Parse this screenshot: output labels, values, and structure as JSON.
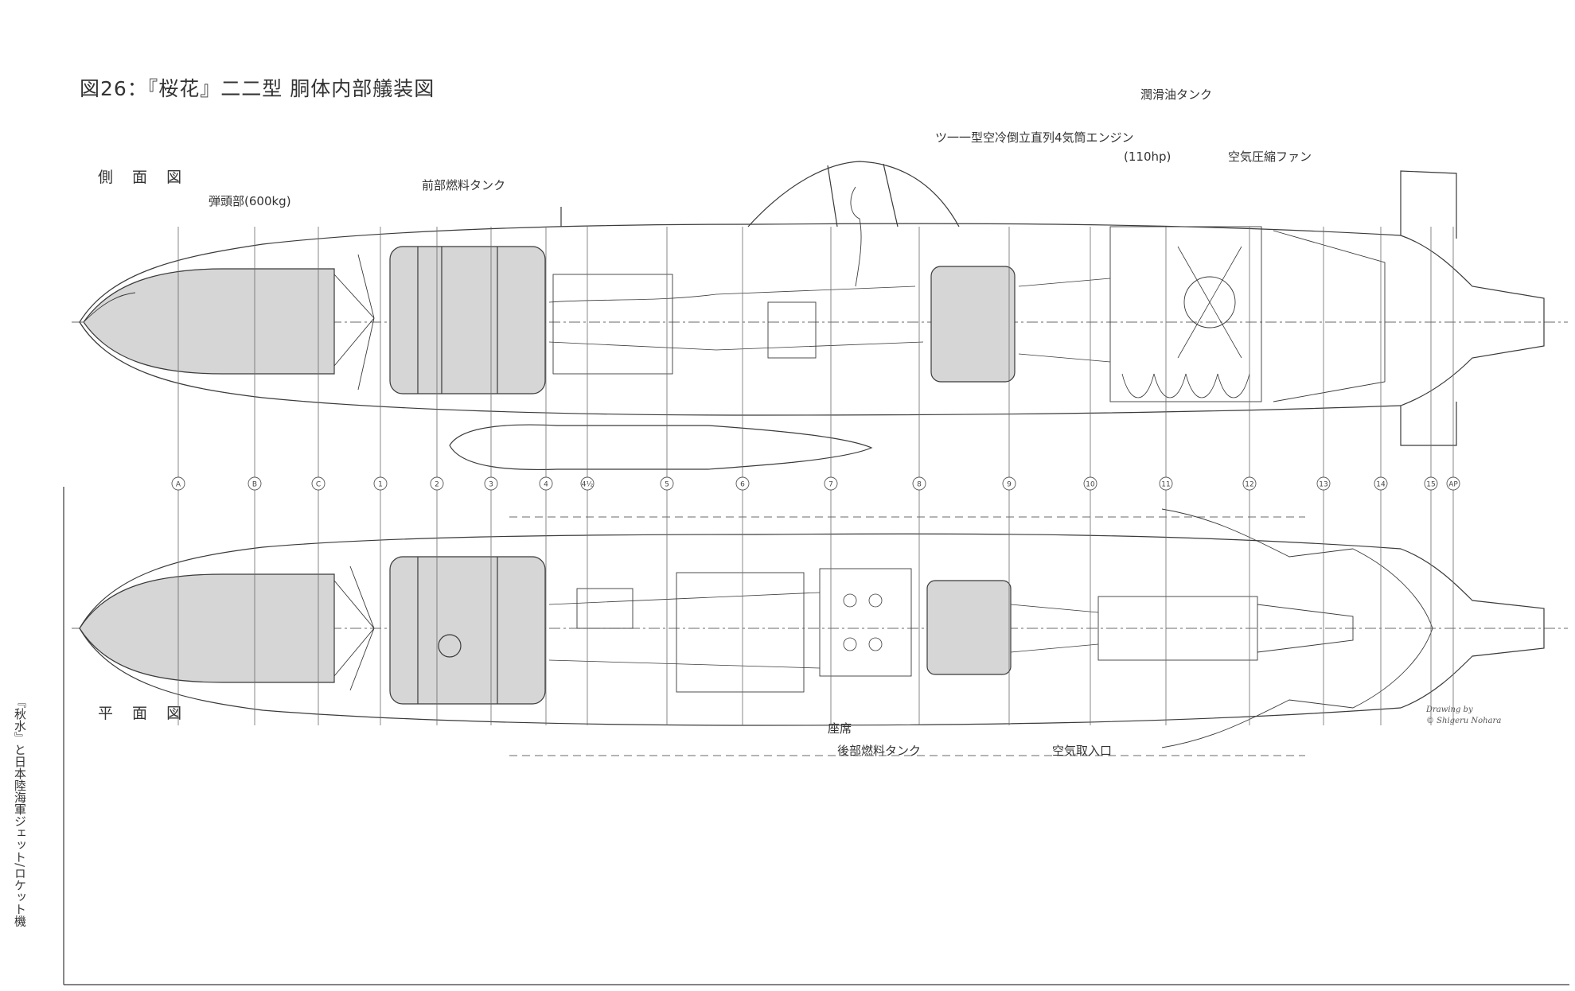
{
  "title": "図26：『桜花』二二型 胴体内部艤装図",
  "views": {
    "side": "側 面 図",
    "plan": "平 面 図"
  },
  "labels": {
    "warhead": "弾頭部(600kg)",
    "front_tank": "前部燃料タンク",
    "oil_tank": "潤滑油タンク",
    "engine_line1": "ツ一一型空冷倒立直列4気筒エンジン",
    "engine_line2": "(110hp)",
    "compressor_fan": "空気圧縮ファン",
    "seat": "座席",
    "rear_tank": "後部燃料タンク",
    "air_intake": "空気取入口"
  },
  "stations": [
    "A",
    "B",
    "C",
    "1",
    "2",
    "3",
    "4",
    "4½",
    "5",
    "6",
    "7",
    "8",
    "9",
    "10",
    "11",
    "12",
    "13",
    "14",
    "15",
    "AP"
  ],
  "credit": {
    "line1": "Drawing by",
    "line2": "© Shigeru Nohara"
  },
  "book_title": "『秋水』と日本陸海軍ジェット/ロケット機",
  "colors": {
    "line": "#3a3a3a",
    "shade": "#d6d6d6",
    "paper": "#ffffff"
  }
}
